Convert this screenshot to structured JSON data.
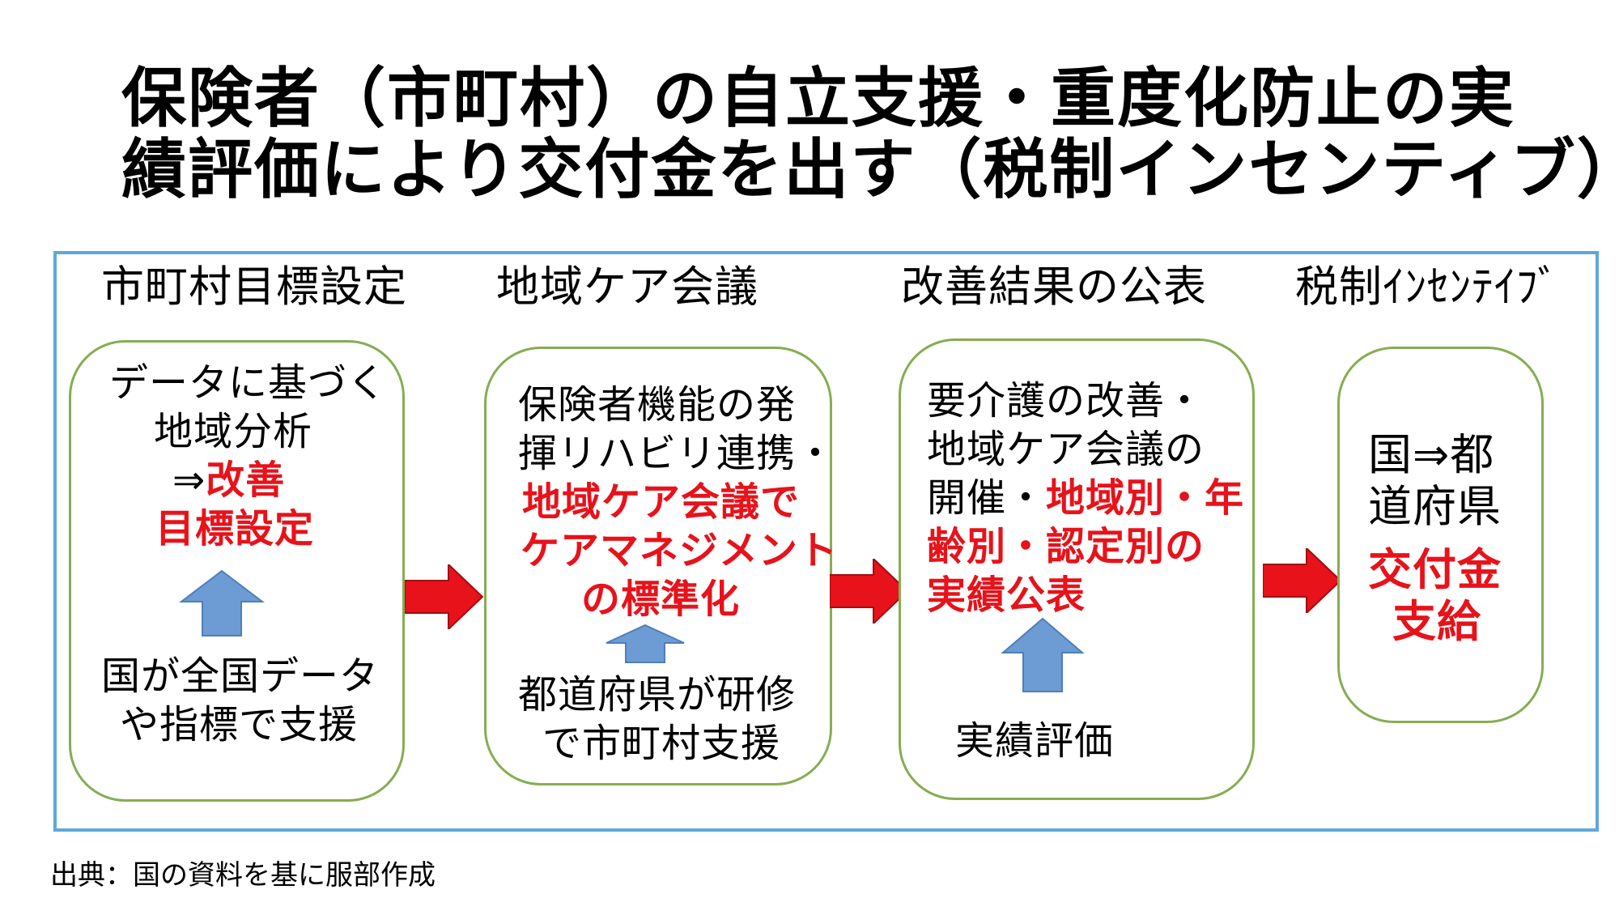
{
  "title": {
    "line1": "保険者（市町村）の自立支援・重度化防止の実",
    "line2": "績評価により交付金を出す（税制インセンティブ）"
  },
  "columns": [
    {
      "heading": "市町村目標設定",
      "main_lines": [
        {
          "text": "データに基づく",
          "red": false
        },
        {
          "text": "地域分析",
          "red": false
        },
        {
          "prefix": "⇒",
          "text": "改善",
          "red": true
        },
        {
          "text": "目標設定",
          "red": true
        }
      ],
      "support_lines": [
        "国が全国データ",
        "や指標で支援"
      ]
    },
    {
      "heading": "地域ケア会議",
      "main_lines": [
        {
          "text": "保険者機能の発",
          "red": false
        },
        {
          "text": "揮リハビリ連携・",
          "red": false
        },
        {
          "text": "地域ケア会議で",
          "red": true
        },
        {
          "text": "ケアマネジメント",
          "red": true
        },
        {
          "text": "の標準化",
          "red": true
        }
      ],
      "support_lines": [
        "都道府県が研修",
        "で市町村支援"
      ]
    },
    {
      "heading": "改善結果の公表",
      "main_lines": [
        {
          "text": "要介護の改善・",
          "red": false
        },
        {
          "text": "地域ケア会議の",
          "red": false
        },
        {
          "prefix": "開催・",
          "text": "地域別・年",
          "red": true
        },
        {
          "text": "齢別・認定別の",
          "red": true
        },
        {
          "text": "実績公表",
          "red": true
        }
      ],
      "support_lines": [
        "実績評価"
      ]
    },
    {
      "heading": "税制ｲﾝｾﾝﾃｲﾌﾞ",
      "main_lines": [
        {
          "text": "国⇒都",
          "red": false
        },
        {
          "text": "道府県",
          "red": false
        },
        {
          "text": "交付金",
          "red": true
        },
        {
          "text": "支給",
          "red": true
        }
      ]
    }
  ],
  "source": "出典：国の資料を基に服部作成",
  "colors": {
    "frame": "#5ea8db",
    "box_border": "#86ad52",
    "flow_arrow": "#e8121a",
    "support_arrow": "#6d9bd3",
    "emphasis_text": "#e8121a"
  }
}
